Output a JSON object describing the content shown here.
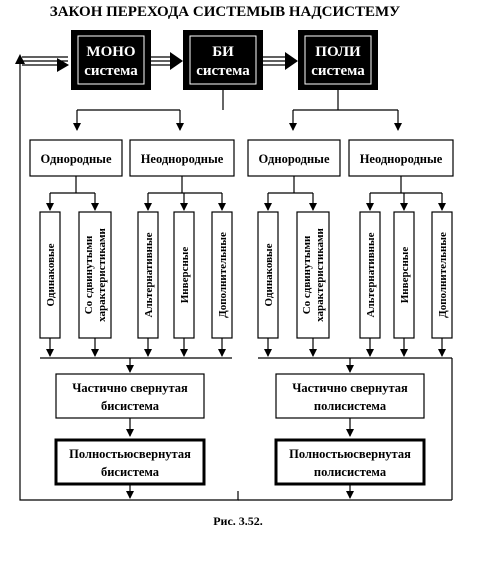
{
  "title": "ЗАКОН ПЕРЕХОДА СИСТЕМЫВ НАДСИСТЕМУ",
  "top_boxes": [
    {
      "line1": "МОНО",
      "line2": "система"
    },
    {
      "line1": "БИ",
      "line2": "система"
    },
    {
      "line1": "ПОЛИ",
      "line2": "система"
    }
  ],
  "type_boxes": [
    "Однородные",
    "Неоднородные",
    "Однородные",
    "Неоднородные"
  ],
  "verticals": [
    {
      "lines": [
        "Одинаковые"
      ]
    },
    {
      "lines": [
        "Со сдвинутыми",
        "характеристиками"
      ]
    },
    {
      "lines": [
        "Альтернативные"
      ]
    },
    {
      "lines": [
        "Инверсные"
      ]
    },
    {
      "lines": [
        "Дополнительные"
      ]
    },
    {
      "lines": [
        "Одинаковые"
      ]
    },
    {
      "lines": [
        "Со сдвинутыми",
        "характеристиками"
      ]
    },
    {
      "lines": [
        "Альтернативные"
      ]
    },
    {
      "lines": [
        "Инверсные"
      ]
    },
    {
      "lines": [
        "Дополнительные"
      ]
    }
  ],
  "partial_boxes": [
    {
      "line1": "Частично свернутая",
      "line2": "бисистема"
    },
    {
      "line1": "Частично свернутая",
      "line2": "полисистема"
    }
  ],
  "full_boxes": [
    {
      "line1": "Полностьюсвернутая",
      "line2": "бисистема"
    },
    {
      "line1": "Полностьюсвернутая",
      "line2": "полисистема"
    }
  ],
  "caption": "Рис. 3.52."
}
